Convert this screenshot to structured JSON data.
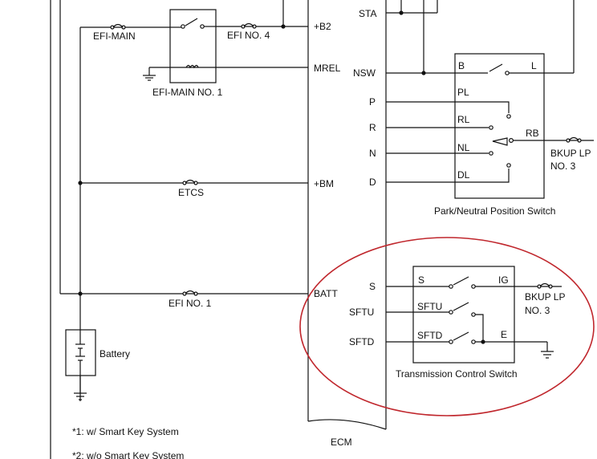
{
  "labels": {
    "efi_main": "EFI-MAIN",
    "efi_no4": "EFI NO. 4",
    "efi_main_no1": "EFI-MAIN NO. 1",
    "etcs": "ETCS",
    "efi_no1": "EFI NO. 1",
    "battery": "Battery",
    "note1": "*1: w/ Smart Key System",
    "note2": "*2: w/o Smart Key System",
    "ecm": "ECM"
  },
  "ecm_terminals": {
    "b2": "+B2",
    "mrel": "MREL",
    "bm": "+BM",
    "batt": "BATT",
    "sta": "STA",
    "nsw": "NSW",
    "p": "P",
    "r": "R",
    "n": "N",
    "d": "D",
    "s": "S",
    "sftu": "SFTU",
    "sftd": "SFTD"
  },
  "pnp_switch": {
    "title": "Park/Neutral Position Switch",
    "b": "B",
    "l": "L",
    "pl": "PL",
    "rl": "RL",
    "nl": "NL",
    "dl": "DL",
    "rb": "RB",
    "fuse_line1": "BKUP LP",
    "fuse_line2": "NO. 3"
  },
  "tc_switch": {
    "title": "Transmission Control Switch",
    "s": "S",
    "ig": "IG",
    "sftu": "SFTU",
    "sftd": "SFTD",
    "e": "E",
    "fuse_line1": "BKUP LP",
    "fuse_line2": "NO. 3"
  },
  "colors": {
    "line": "#111111",
    "highlight_oval": "#c0272d"
  }
}
